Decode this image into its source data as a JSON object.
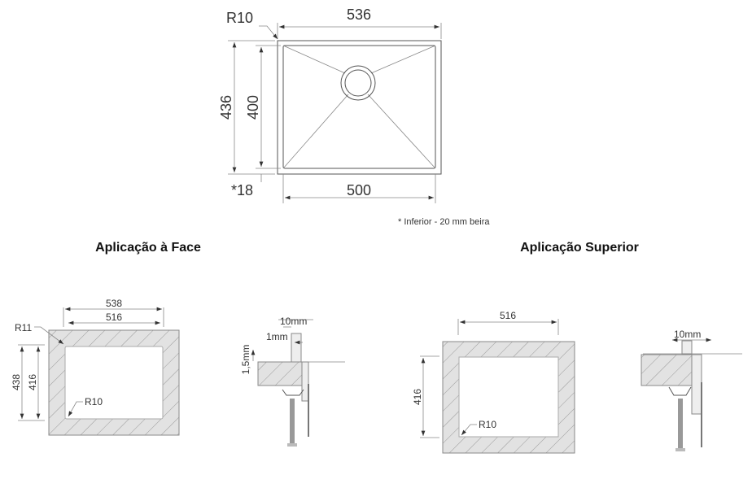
{
  "top_view": {
    "radius_label": "R10",
    "width_outer": "536",
    "height_outer": "436",
    "height_inner": "400",
    "bottom_offset": "*18",
    "width_inner": "500",
    "note": "* Inferior - 20 mm beira"
  },
  "face_application": {
    "heading": "Aplicação à Face",
    "width_outer": "538",
    "width_inner": "516",
    "height_outer": "438",
    "height_inner": "416",
    "radius_outer": "R11",
    "radius_inner": "R10",
    "detail_width": "10mm",
    "detail_step": "1mm",
    "detail_height": "1,5mm"
  },
  "top_application": {
    "heading": "Aplicação Superior",
    "width": "516",
    "height": "416",
    "radius": "R10",
    "detail_width": "10mm"
  }
}
